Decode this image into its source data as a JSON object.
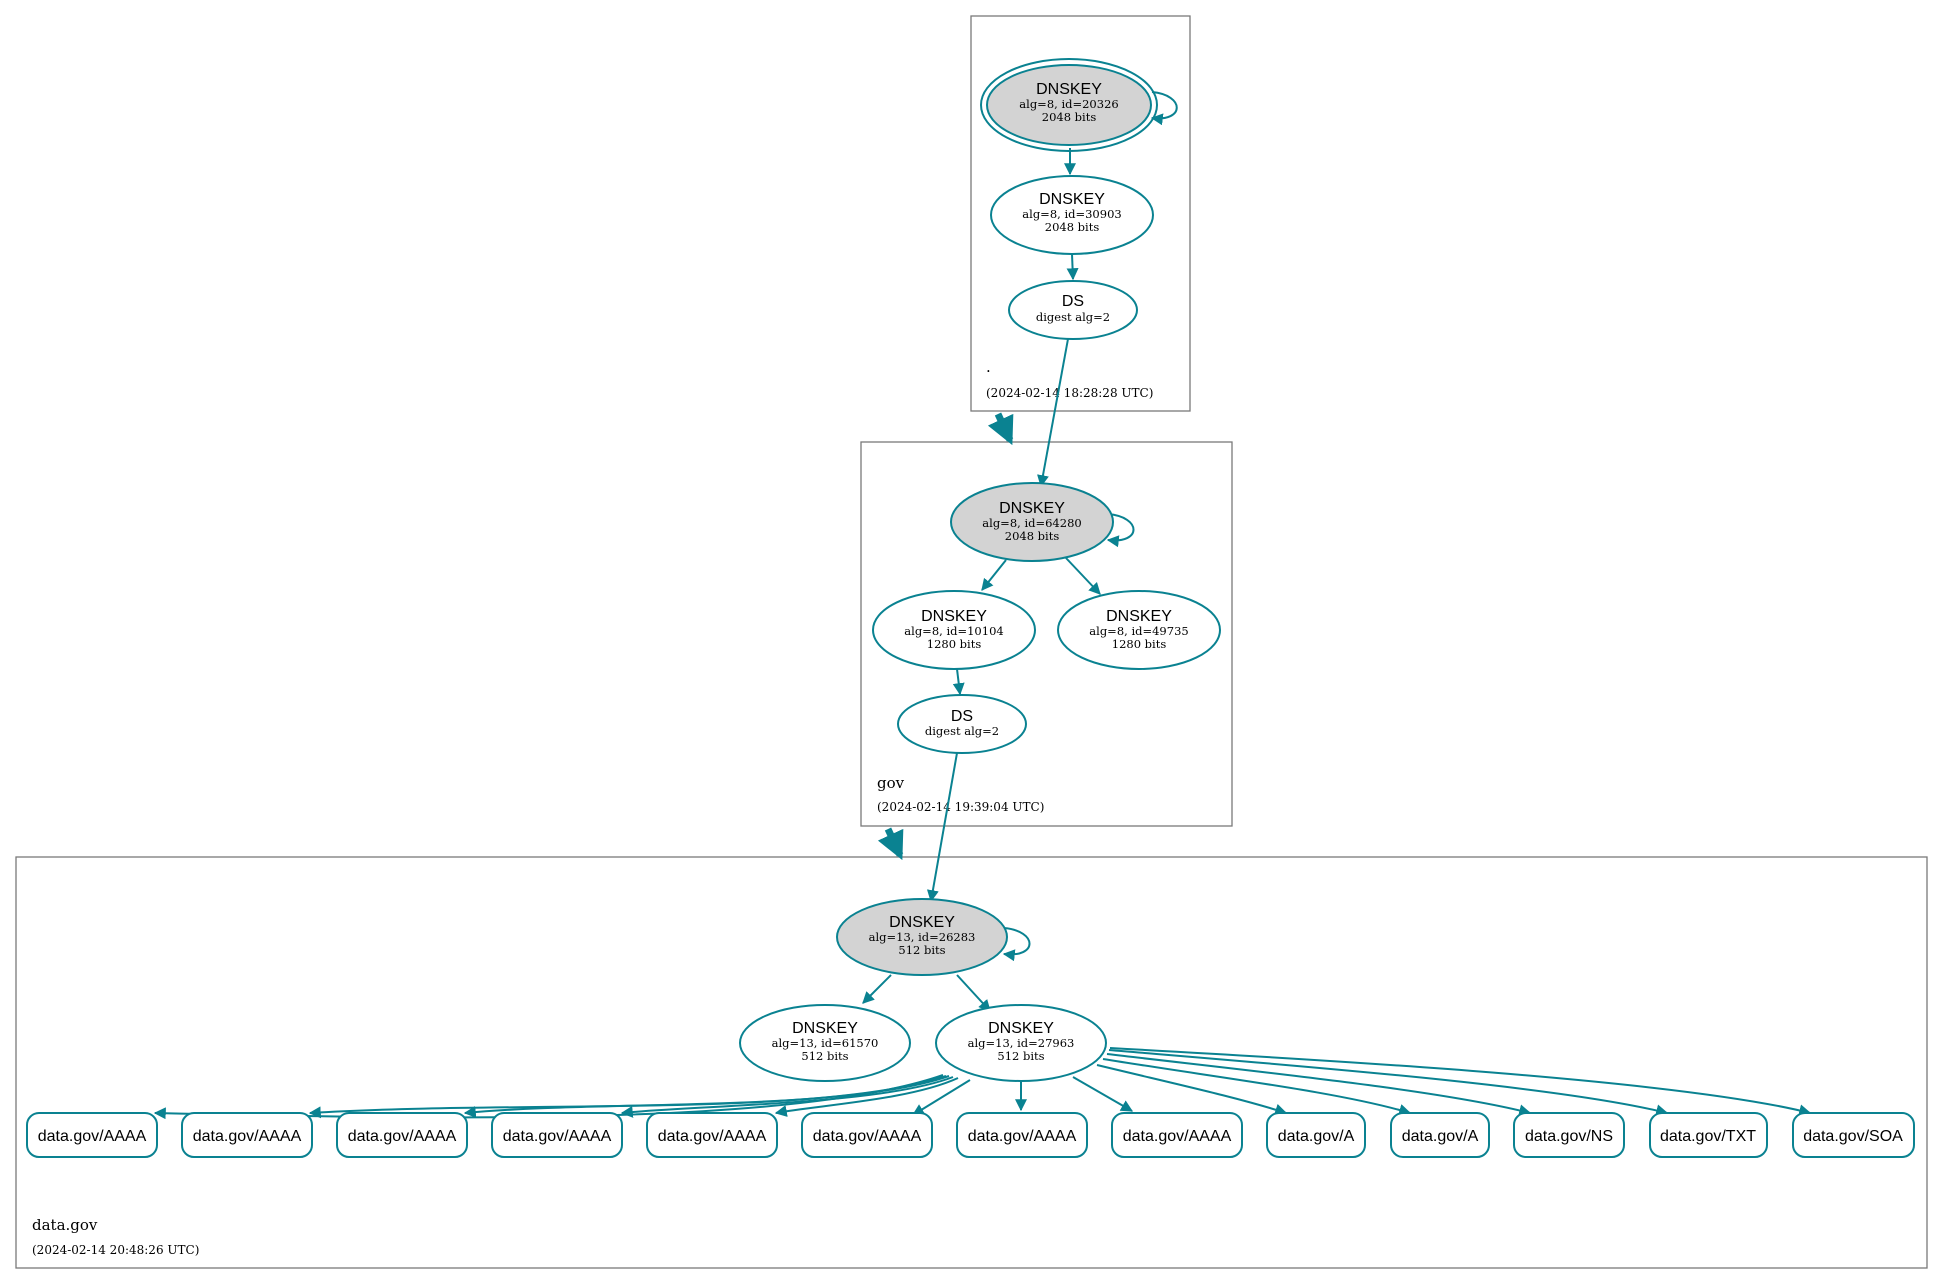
{
  "zones": [
    {
      "name": ".",
      "timestamp": "(2024-02-14 18:28:28 UTC)",
      "dnskeys": [
        {
          "title": "DNSKEY",
          "details": [
            "alg=8, id=20326",
            "2048 bits"
          ]
        },
        {
          "title": "DNSKEY",
          "details": [
            "alg=8, id=30903",
            "2048 bits"
          ]
        }
      ],
      "ds": {
        "title": "DS",
        "details": [
          "digest alg=2"
        ]
      }
    },
    {
      "name": "gov",
      "timestamp": "(2024-02-14 19:39:04 UTC)",
      "dnskeys": [
        {
          "title": "DNSKEY",
          "details": [
            "alg=8, id=64280",
            "2048 bits"
          ]
        },
        {
          "title": "DNSKEY",
          "details": [
            "alg=8, id=10104",
            "1280 bits"
          ]
        },
        {
          "title": "DNSKEY",
          "details": [
            "alg=8, id=49735",
            "1280 bits"
          ]
        }
      ],
      "ds": {
        "title": "DS",
        "details": [
          "digest alg=2"
        ]
      }
    },
    {
      "name": "data.gov",
      "timestamp": "(2024-02-14 20:48:26 UTC)",
      "dnskeys": [
        {
          "title": "DNSKEY",
          "details": [
            "alg=13, id=26283",
            "512 bits"
          ]
        },
        {
          "title": "DNSKEY",
          "details": [
            "alg=13, id=61570",
            "512 bits"
          ]
        },
        {
          "title": "DNSKEY",
          "details": [
            "alg=13, id=27963",
            "512 bits"
          ]
        }
      ],
      "rrsets": [
        "data.gov/AAAA",
        "data.gov/AAAA",
        "data.gov/AAAA",
        "data.gov/AAAA",
        "data.gov/AAAA",
        "data.gov/AAAA",
        "data.gov/AAAA",
        "data.gov/AAAA",
        "data.gov/A",
        "data.gov/A",
        "data.gov/NS",
        "data.gov/TXT",
        "data.gov/SOA"
      ]
    }
  ],
  "colors": {
    "edge": "#0a8291",
    "ksk_fill": "#d3d3d3",
    "node_fill": "#ffffff",
    "zone_border": "#7a7a7a"
  }
}
